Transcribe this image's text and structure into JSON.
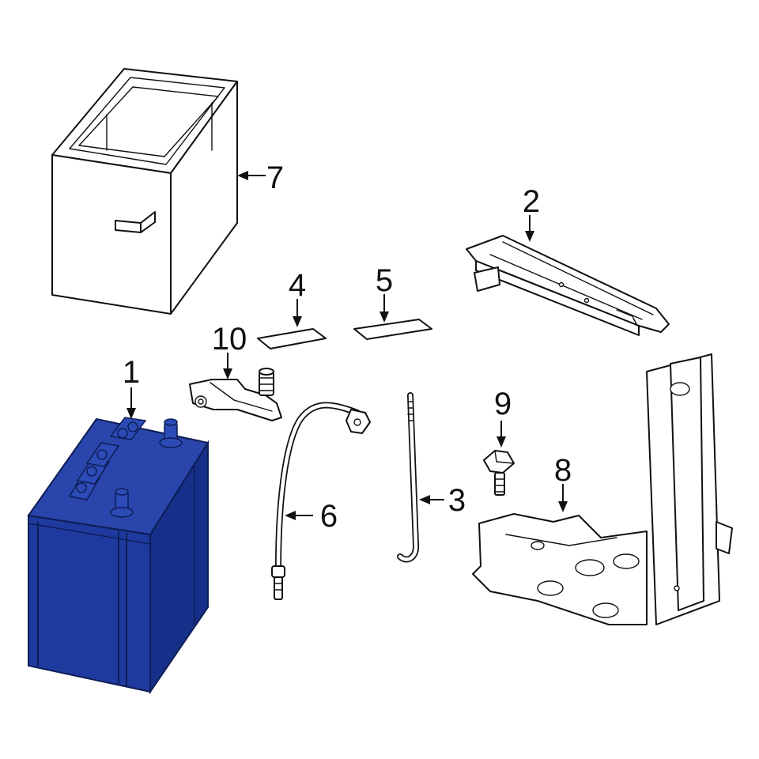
{
  "callouts": {
    "c1": "1",
    "c2": "2",
    "c3": "3",
    "c4": "4",
    "c5": "5",
    "c6": "6",
    "c7": "7",
    "c8": "8",
    "c9": "9",
    "c10": "10"
  },
  "colors": {
    "highlight": "#1e3a9e",
    "highlight_dark": "#142a7a",
    "highlight_light": "#3552b8",
    "line": "#111111",
    "background": "#ffffff"
  }
}
